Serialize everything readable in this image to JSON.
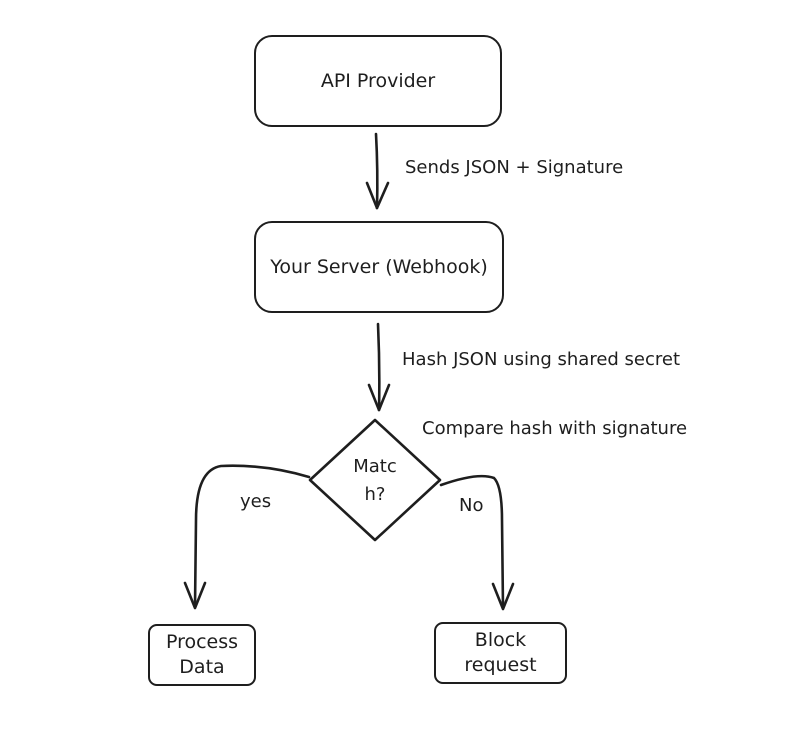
{
  "nodes": {
    "api_provider": "API Provider",
    "your_server": "Your Server (Webhook)",
    "decision": "Matc\nh?",
    "process_data": "Process\nData",
    "block_request": "Block\nrequest"
  },
  "edges": {
    "provider_to_server": "Sends JSON + Signature",
    "server_to_decision": "Hash JSON using shared secret",
    "decision_note": "Compare hash with signature",
    "yes_branch": "yes",
    "no_branch": "No"
  },
  "colors": {
    "stroke": "#1e1e1e",
    "background": "#ffffff"
  }
}
